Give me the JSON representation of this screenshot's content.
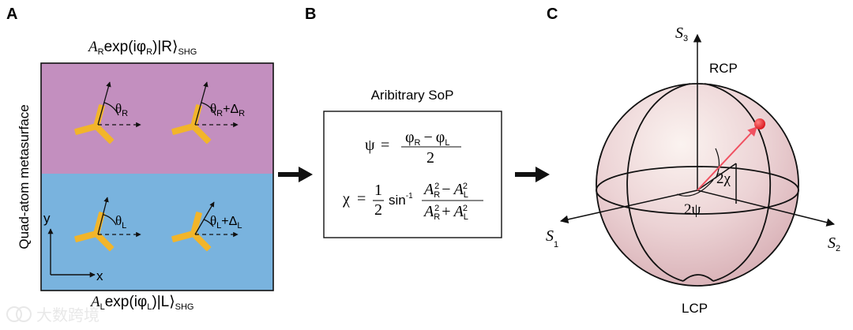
{
  "panels": {
    "a": "A",
    "b": "B",
    "c": "C"
  },
  "panel_a": {
    "top_label_amp": "A",
    "top_label_amp_sub": "R",
    "top_label_exp": "exp(iφ",
    "top_label_phase_sub": "R",
    "top_label_ket": ")|R⟩",
    "top_label_shg_sub": "SHG",
    "bottom_label_amp": "A",
    "bottom_label_amp_sub": "L",
    "bottom_label_exp": "exp(iφ",
    "bottom_label_phase_sub": "L",
    "bottom_label_ket": ")|L⟩",
    "bottom_label_shg_sub": "SHG",
    "side_label": "Quad-atom metasurface",
    "axis_y": "y",
    "axis_x": "x",
    "theta": "θ",
    "sub_R": "R",
    "sub_L": "L",
    "plus_delta": "+Δ",
    "top_color": "#c38fbf",
    "bottom_color": "#79b3de",
    "particle_color": "#f2b52a"
  },
  "panel_b": {
    "title": "Aribitrary SoP",
    "psi": "ψ",
    "equals": "=",
    "phi": "φ",
    "sub_R": "R",
    "sub_L": "L",
    "minus": "−",
    "plus": "+",
    "two": "2",
    "chi": "χ",
    "half_num": "1",
    "half_den": "2",
    "sin_inv": "sin",
    "inv_sup": "-1",
    "amp": "A",
    "sq": "2"
  },
  "panel_c": {
    "s3": "S",
    "s3_sub": "3",
    "s1": "S",
    "s1_sub": "1",
    "s2": "S",
    "s2_sub": "2",
    "rcp": "RCP",
    "lcp": "LCP",
    "two_chi": "2χ",
    "two_psi": "2ψ",
    "point_color": "#d9141b",
    "vector_color": "#f05060"
  },
  "watermark": "大数跨境"
}
